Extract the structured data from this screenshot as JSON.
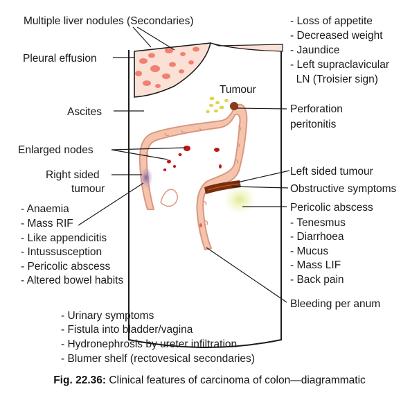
{
  "labels": {
    "liver_nodules": "Multiple liver nodules (Secondaries)",
    "pleural_effusion": "Pleural effusion",
    "ascites": "Ascites",
    "tumour": "Tumour",
    "enlarged_nodes": "Enlarged nodes",
    "right_sided_tumour_1": "Right sided",
    "right_sided_tumour_2": "tumour",
    "perforation_1": "Perforation",
    "perforation_2": "peritonitis",
    "left_sided_tumour": "Left sided tumour",
    "obstructive": "Obstructive symptoms",
    "pericolic_abscess": "Pericolic  abscess",
    "bleeding": "Bleeding per anum"
  },
  "lists": {
    "general": [
      "- Loss of appetite",
      "- Decreased weight",
      "- Jaundice",
      "- Left supraclavicular",
      "  LN (Troisier sign)"
    ],
    "right_sided": [
      "- Anaemia",
      "- Mass RIF",
      "- Like appendicitis",
      "- Intussusception",
      "- Pericolic abscess",
      "- Altered bowel habits"
    ],
    "left_sided": [
      "- Tenesmus",
      "- Diarrhoea",
      "- Mucus",
      "- Mass LIF",
      "- Back pain"
    ],
    "bottom": [
      "- Urinary symptoms",
      "- Fistula into bladder/vagina",
      "- Hydronephrosis by ureter infiltration",
      "- Blumer shelf (rectovesical secondaries)"
    ]
  },
  "caption": {
    "prefix": "Fig. 22.36:",
    "text": " Clinical features of carcinoma of colon—diagrammatic"
  },
  "colors": {
    "colon_fill": "#f6c4ad",
    "colon_stroke": "#d99880",
    "liver_fill": "#fbe0d5",
    "nodule": "#f08074",
    "node": "#c0161a",
    "tumour": "#8b3a1a",
    "abscess_glow": "#e7ef9c",
    "right_tumour": "#8c6a9e"
  }
}
